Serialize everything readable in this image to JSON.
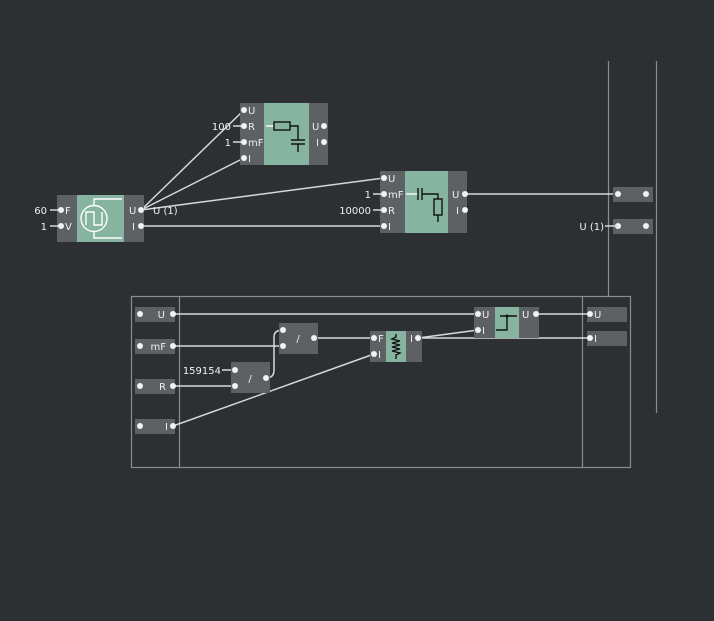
{
  "generator": {
    "inputs": [
      {
        "label": "F",
        "value": "60"
      },
      {
        "label": "V",
        "value": "1"
      }
    ],
    "outputs": [
      {
        "label": "U",
        "tag": "U (1)"
      },
      {
        "label": "I"
      }
    ],
    "icon": "square-wave-source-icon"
  },
  "rc_block": {
    "inputs": [
      {
        "label": "U"
      },
      {
        "label": "R",
        "value": "100"
      },
      {
        "label": "mF",
        "value": "1"
      },
      {
        "label": "I"
      }
    ],
    "outputs": [
      {
        "label": "U"
      },
      {
        "label": "I"
      }
    ],
    "icon": "resistor-capacitor-icon"
  },
  "cr_block": {
    "inputs": [
      {
        "label": "U"
      },
      {
        "label": "mF",
        "value": "1"
      },
      {
        "label": "R",
        "value": "10000"
      },
      {
        "label": "I"
      }
    ],
    "outputs": [
      {
        "label": "U"
      },
      {
        "label": "I"
      }
    ],
    "icon": "capacitor-resistor-icon"
  },
  "probe": {
    "tag": "U (1)"
  },
  "subsystem": {
    "inputs": [
      {
        "label": "U"
      },
      {
        "label": "mF"
      },
      {
        "label": "R"
      },
      {
        "label": "I"
      }
    ],
    "outputs": [
      {
        "label": "U"
      },
      {
        "label": "I"
      }
    ],
    "div1": {
      "label": "/",
      "constant": "159154"
    },
    "div2": {
      "label": "/"
    },
    "filter": {
      "inputs": [
        {
          "label": "F"
        },
        {
          "label": "I"
        }
      ],
      "outputs": [
        {
          "label": "I"
        }
      ],
      "icon": "inductor-coil-icon"
    },
    "switch": {
      "inputs": [
        {
          "label": "U"
        },
        {
          "label": "I"
        }
      ],
      "outputs": [
        {
          "label": "U"
        }
      ],
      "icon": "step-switch-icon"
    }
  }
}
